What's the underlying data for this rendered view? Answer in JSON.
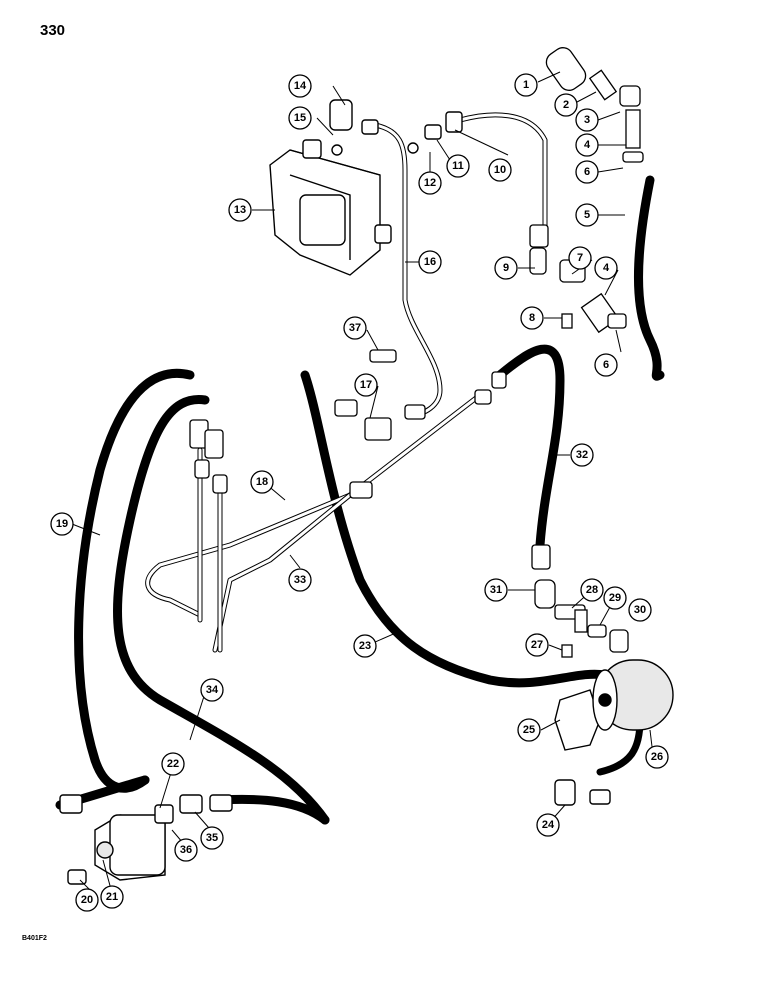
{
  "page_number": "330",
  "drawing_code": "B401F2",
  "callouts": [
    "1",
    "2",
    "3",
    "4",
    "4",
    "5",
    "6",
    "6",
    "7",
    "8",
    "9",
    "10",
    "11",
    "12",
    "13",
    "14",
    "15",
    "16",
    "17",
    "18",
    "19",
    "20",
    "21",
    "22",
    "23",
    "24",
    "25",
    "26",
    "27",
    "28",
    "29",
    "30",
    "31",
    "32",
    "33",
    "34",
    "35",
    "36",
    "37"
  ]
}
